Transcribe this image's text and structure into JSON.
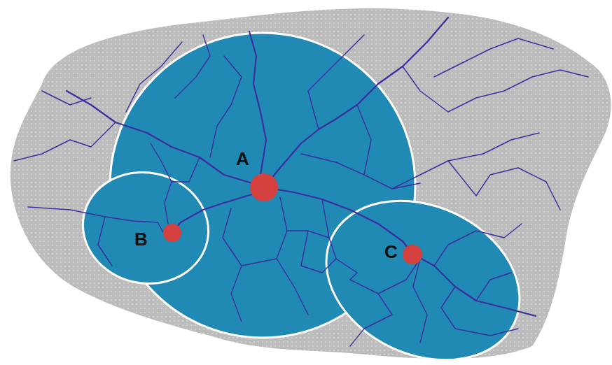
{
  "diagram": {
    "nodes": [
      {
        "text": [
          "A"
        ]
      },
      {
        "text": [
          "B"
        ]
      },
      {
        "text": [
          "C"
        ]
      }
    ]
  }
}
